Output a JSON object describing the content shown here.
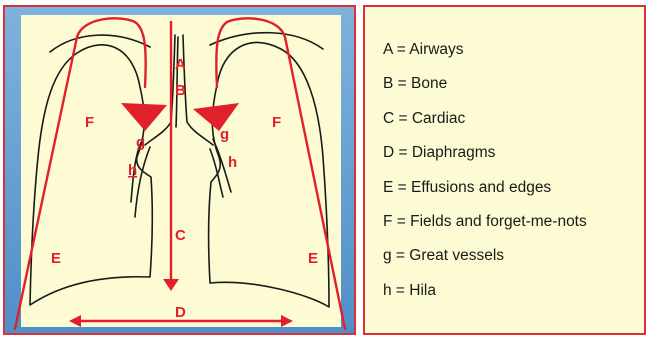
{
  "diagram": {
    "labels": {
      "A": "A",
      "B": "B",
      "C": "C",
      "D": "D",
      "E_left": "E",
      "E_right": "E",
      "F_left": "F",
      "F_right": "F",
      "g_left": "g",
      "g_right": "g",
      "h_left": "h",
      "h_right": "h"
    }
  },
  "legend": {
    "items": [
      "A = Airways",
      "B = Bone",
      "C = Cardiac",
      "D = Diaphragms",
      "E = Effusions and edges",
      "F = Fields and forget-me-nots",
      "g = Great vessels",
      "h = Hila"
    ]
  },
  "colors": {
    "accent_red": "#e0202a",
    "outline_black": "#1a1a1a",
    "paper": "#fdfbd3",
    "border_red": "#d9313a",
    "frame_blue": "#5b9bd5"
  }
}
